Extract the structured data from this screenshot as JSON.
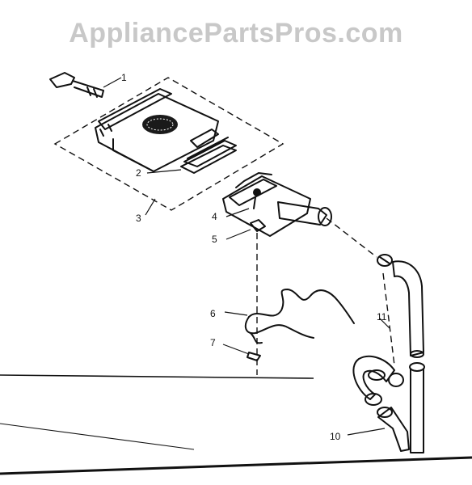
{
  "watermark": "AppliancePartsPros.com",
  "callouts": {
    "c1": "1",
    "c2": "2",
    "c3": "3",
    "c4": "4",
    "c5": "5",
    "c6": "6",
    "c7": "7",
    "c10": "10",
    "c11": "11"
  },
  "colors": {
    "ink": "#111111",
    "watermark": "#c8c8c8",
    "background": "#ffffff"
  }
}
